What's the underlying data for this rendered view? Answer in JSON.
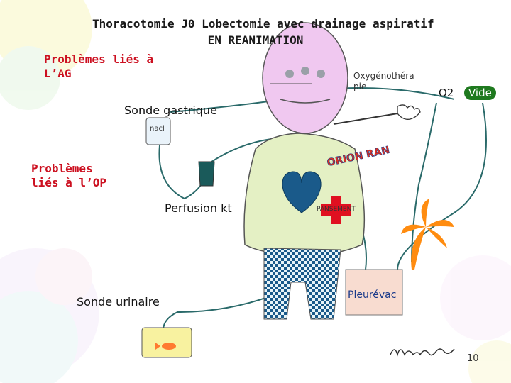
{
  "slide": {
    "title_line1": "Thoracotomie J0 Lobectomie avec drainage aspiratif",
    "title_line2": "EN REANIMATION",
    "problems_ag": [
      "Problèmes liés à",
      "L’AG"
    ],
    "problems_op": [
      "Problèmes",
      "liés à l’OP"
    ],
    "page_number": "10"
  },
  "labels": {
    "oxygen": [
      "Oxygénothéra",
      "pie"
    ],
    "o2": "O2",
    "vide": "Vide",
    "sonde_gastrique": "Sonde gastrique",
    "nacl": "nacl",
    "perfusion": "Perfusion kt",
    "pansement": "PANSEMENT",
    "pleurevac": "Pleurévac",
    "sonde_urinaire": "Sonde urinaire",
    "tshirt_brand": "ORION RAN",
    "signature": "martine"
  },
  "colors": {
    "title": "#1a1a1a",
    "problem_heading": "#cc1020",
    "face": "#f0c8f0",
    "shirt": "#e4f0c4",
    "heart": "#1a5a8a",
    "cross": "#e01020",
    "pleurevac_box": "#f8dcd0",
    "urine_bag": "#f8f2a0",
    "plant": "#ff8c10",
    "vide_badge": "#1f7a1f"
  },
  "icons": {
    "heart": "heart-icon",
    "cross": "red-cross-icon",
    "fish": "fish-icon",
    "plant": "palm-plant-icon",
    "hand": "hand-icon"
  }
}
